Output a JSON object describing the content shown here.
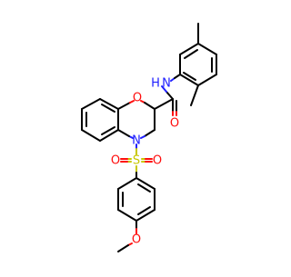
{
  "molecule": {
    "atoms": {
      "O_ring": {
        "text": "O",
        "color": "#ff0d0d"
      },
      "O_carbonyl": {
        "text": "O",
        "color": "#ff0d0d"
      },
      "N_amide": {
        "text": "N",
        "color": "#2020ff"
      },
      "H_amide": {
        "text": "H",
        "color": "#2020ff"
      },
      "N_ring": {
        "text": "N",
        "color": "#2020ff"
      },
      "S": {
        "text": "S",
        "color": "#c8c800"
      },
      "O_s1": {
        "text": "O",
        "color": "#ff0d0d"
      },
      "O_s2": {
        "text": "O",
        "color": "#ff0d0d"
      },
      "O_methoxy": {
        "text": "O",
        "color": "#ff0d0d"
      }
    }
  }
}
